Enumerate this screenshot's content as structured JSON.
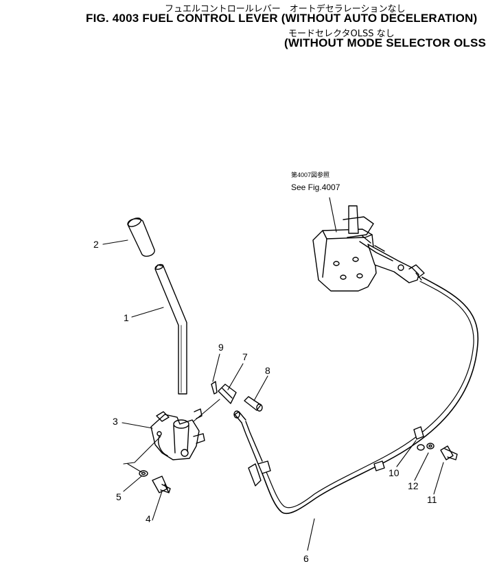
{
  "title": {
    "jp_line1": "フュエルコントロールレバー　オートデセラレーションなし",
    "en_line1": "FIG. 4003  FUEL CONTROL LEVER (WITHOUT AUTO DECELERATION)",
    "jp_line2": "モードセレクタOLSS なし",
    "en_line2": "(WITHOUT MODE SELECTOR OLSS)"
  },
  "reference": {
    "jp": "第4007図参照",
    "en": "See Fig.4007"
  },
  "callouts": [
    "1",
    "2",
    "3",
    "4",
    "5",
    "6",
    "7",
    "8",
    "9",
    "10",
    "11",
    "12"
  ],
  "colors": {
    "ink": "#000000",
    "paper": "#ffffff"
  }
}
